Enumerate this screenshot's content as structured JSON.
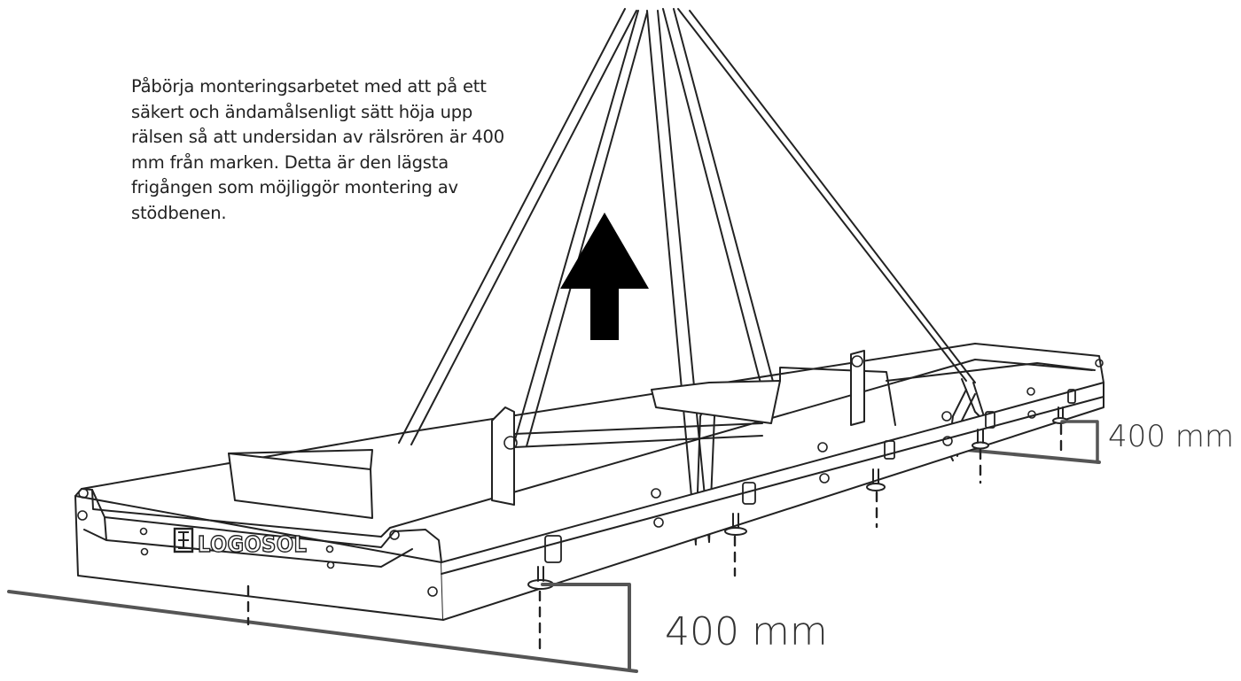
{
  "instruction_text": "Påbörja monteringsarbetet med att på ett säkert och ändamålsenligt sätt höja upp rälsen så att undersidan av rälsrören är 400 mm från marken. Detta är den lägsta frigången som möjliggör montering av stödbenen.",
  "dimension_near": "400 mm",
  "dimension_far": "400 mm",
  "brand_label": "LOGOSOL",
  "colors": {
    "line": "#222222",
    "ground": "#555555",
    "arrow": "#000000"
  }
}
